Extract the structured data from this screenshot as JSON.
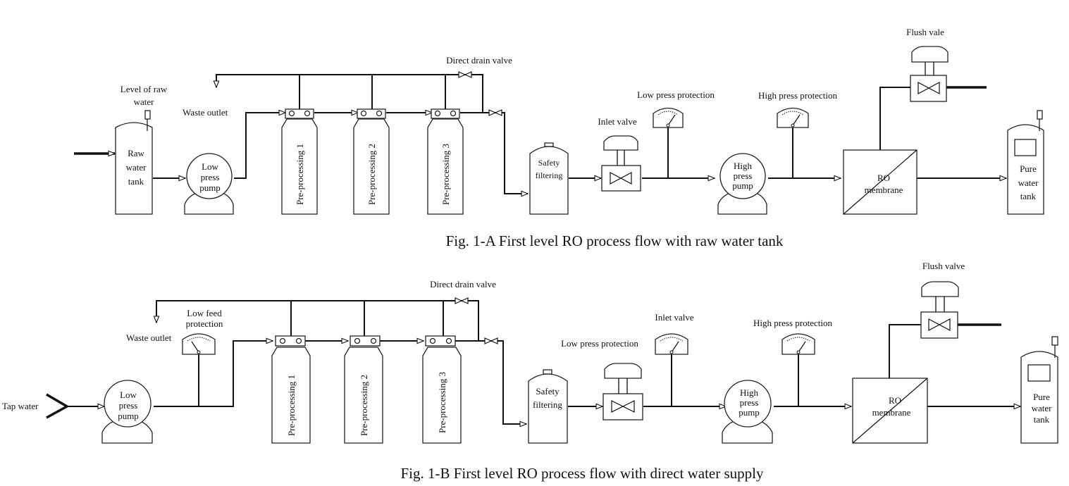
{
  "diagrams": [
    {
      "caption": "Fig. 1-A First level RO process flow with raw water tank",
      "labels": {
        "level_raw_water_1": "Level of raw",
        "level_raw_water_2": "water",
        "waste_outlet": "Waste outlet",
        "direct_drain_valve": "Direct drain valve",
        "flush_valve": "Flush vale",
        "low_press_protection": "Low press protection",
        "high_press_protection": "High press protection",
        "inlet_valve": "Inlet valve"
      },
      "raw_tank": [
        "Raw",
        "water",
        "tank"
      ],
      "low_pump": [
        "Low",
        "press",
        "pump"
      ],
      "pre": [
        "Pre-processing 1",
        "Pre-processing 2",
        "Pre-processing 3"
      ],
      "safety": [
        "Safety",
        "filtering"
      ],
      "high_pump": [
        "High",
        "press",
        "pump"
      ],
      "ro": [
        "RO",
        "membrane"
      ],
      "pure_tank": [
        "Pure",
        "water",
        "tank"
      ]
    },
    {
      "caption": "Fig. 1-B First level RO process flow with direct water supply",
      "labels": {
        "tap_water": "Tap water",
        "waste_outlet": "Waste outlet",
        "low_feed_1": "Low feed",
        "low_feed_2": "protection",
        "direct_drain_valve": "Direct drain valve",
        "flush_valve": "Flush valve",
        "low_press_protection": "Low press protection",
        "inlet_valve": "Inlet valve",
        "high_press_protection": "High press protection"
      },
      "low_pump": [
        "Low",
        "press",
        "pump"
      ],
      "pre": [
        "Pre-processing 1",
        "Pre-processing 2",
        "Pre-processing 3"
      ],
      "safety": [
        "Safety",
        "filtering"
      ],
      "high_pump": [
        "High",
        "press",
        "pump"
      ],
      "ro": [
        "RO",
        "membrane"
      ],
      "pure_tank": [
        "Pure",
        "water",
        "tank"
      ]
    }
  ]
}
